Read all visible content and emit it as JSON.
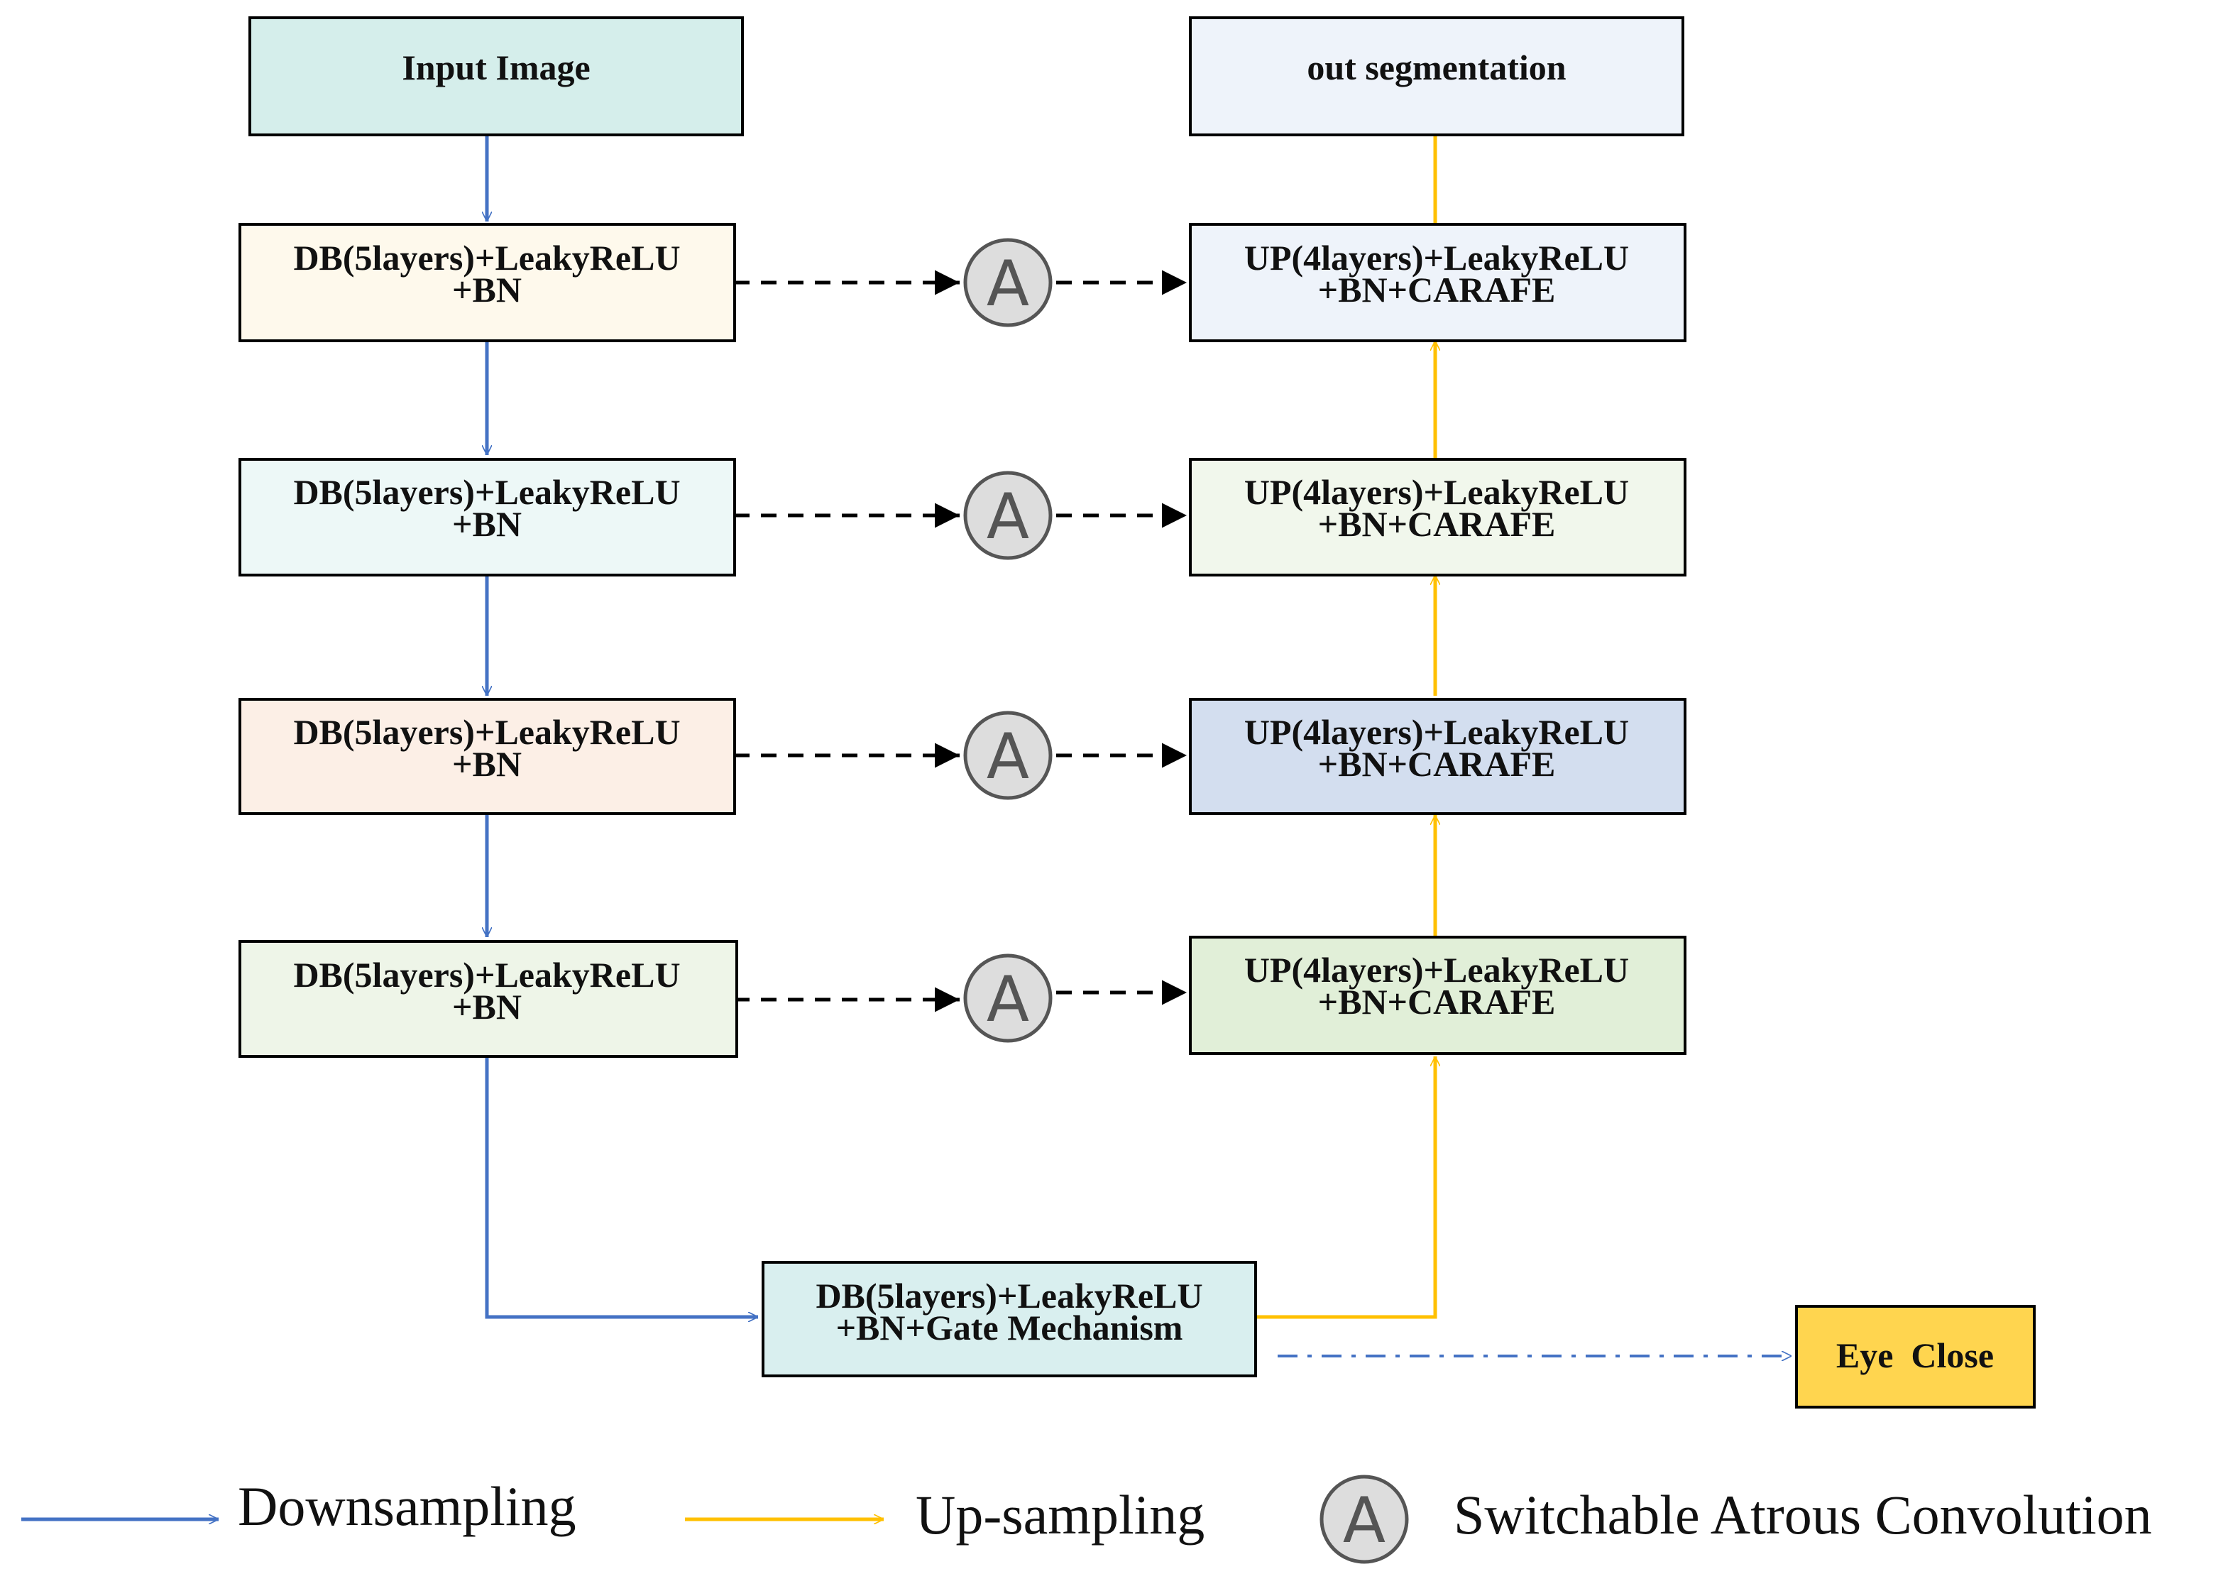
{
  "colors": {
    "downsampling": "#4472C4",
    "upsampling": "#FFC000",
    "skip": "#000000",
    "eye_arrow": "#4472C4",
    "box_stroke": "#000000",
    "input_fill": "#D5EEEB",
    "output_fill": "#EEF3FA",
    "db1_fill": "#FEF9EC",
    "db2_fill": "#EDF8F7",
    "db3_fill": "#FCEFE6",
    "db4_fill": "#EEF5E8",
    "bottleneck_fill": "#D9EFEF",
    "up1_fill": "#EEF3FA",
    "up2_fill": "#F1F7EC",
    "up3_fill": "#D3DEEF",
    "up4_fill": "#E1EFD8",
    "eye_fill": "#FFD54F",
    "circle_fill": "#DDDDDD",
    "circle_stroke": "#555555"
  },
  "nodes": {
    "input": {
      "line1": "Input Image"
    },
    "output": {
      "line1": "out segmentation"
    },
    "db1": {
      "line1": "DB(5layers)+LeakyReLU",
      "line2": "+BN"
    },
    "db2": {
      "line1": "DB(5layers)+LeakyReLU",
      "line2": "+BN"
    },
    "db3": {
      "line1": "DB(5layers)+LeakyReLU",
      "line2": "+BN"
    },
    "db4": {
      "line1": "DB(5layers)+LeakyReLU",
      "line2": "+BN"
    },
    "up1": {
      "line1": "UP(4layers)+LeakyReLU",
      "line2": "+BN+CARAFE"
    },
    "up2": {
      "line1": "UP(4layers)+LeakyReLU",
      "line2": "+BN+CARAFE"
    },
    "up3": {
      "line1": "UP(4layers)+LeakyReLU",
      "line2": "+BN+CARAFE"
    },
    "up4": {
      "line1": "UP(4layers)+LeakyReLU",
      "line2": "+BN+CARAFE"
    },
    "bottleneck": {
      "line1": "DB(5layers)+LeakyReLU",
      "line2": "+BN+Gate Mechanism"
    },
    "eye_close": {
      "line1": "Eye  Close"
    }
  },
  "sac_symbol": "A",
  "legend": {
    "downsampling": "Downsampling",
    "upsampling": "Up-sampling",
    "sac_letter": "A",
    "sac": "Switchable Atrous Convolution"
  }
}
